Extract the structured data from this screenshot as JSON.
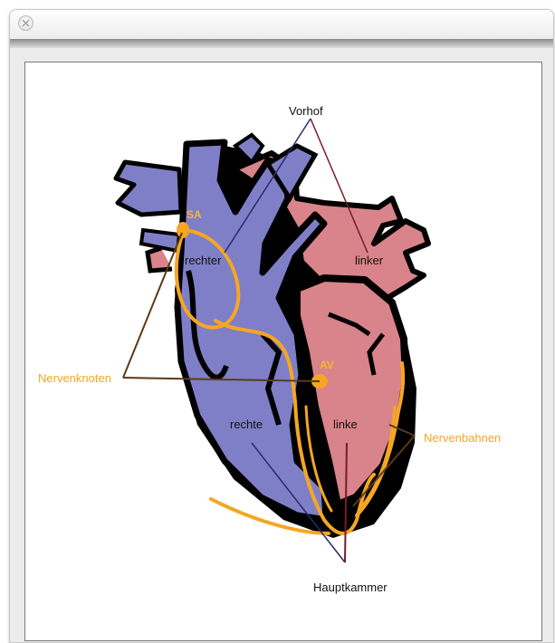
{
  "window": {
    "close_icon": "close-icon"
  },
  "diagram": {
    "labels": {
      "vorhof": "Vorhof",
      "rechter": "rechter",
      "linker": "linker",
      "sa": "SA",
      "av": "AV",
      "nervenknoten": "Nervenknoten",
      "rechte": "rechte",
      "linke": "linke",
      "nervenbahnen": "Nervenbahnen",
      "hauptkammer": "Hauptkammer"
    },
    "colors": {
      "right_side": "#7f7fc8",
      "left_side": "#d9838a",
      "outline": "#000000",
      "nerve": "#f5a623",
      "label_text": "#111111",
      "label_orange": "#f5a623"
    }
  }
}
